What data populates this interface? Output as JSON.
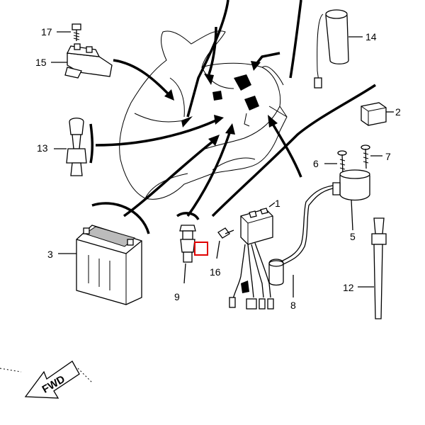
{
  "callouts": [
    {
      "id": "17",
      "label": "17"
    },
    {
      "id": "15",
      "label": "15"
    },
    {
      "id": "14",
      "label": "14"
    },
    {
      "id": "13",
      "label": "13"
    },
    {
      "id": "2",
      "label": "2"
    },
    {
      "id": "6",
      "label": "6"
    },
    {
      "id": "7",
      "label": "7"
    },
    {
      "id": "3",
      "label": "3"
    },
    {
      "id": "1",
      "label": "1"
    },
    {
      "id": "5",
      "label": "5"
    },
    {
      "id": "9",
      "label": "9"
    },
    {
      "id": "16",
      "label": "16"
    },
    {
      "id": "8",
      "label": "8"
    },
    {
      "id": "12",
      "label": "12"
    }
  ],
  "direction_badge": "FWD",
  "highlight_color": "#e00000",
  "line_color": "#000000"
}
